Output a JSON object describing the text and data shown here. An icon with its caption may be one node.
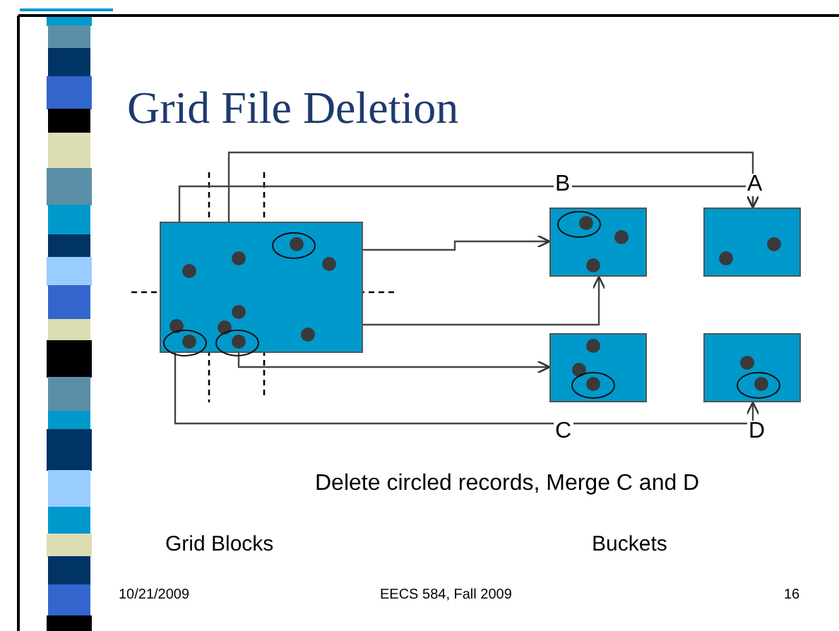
{
  "diagram": {
    "title": "Grid File Deletion",
    "nodes": [
      {
        "text": [],
        "shape": "box"
      },
      {
        "text": [],
        "shape": "box",
        "beside": [
          "B"
        ]
      },
      {
        "text": [],
        "shape": "box",
        "beside": [
          "A"
        ]
      },
      {
        "text": [],
        "shape": "box",
        "beside": [
          "C"
        ]
      },
      {
        "text": [],
        "shape": "box",
        "beside": [
          "D"
        ]
      }
    ],
    "edges": [
      {
        "from": 0,
        "to": 2,
        "arrow": "to"
      },
      {
        "from": 0,
        "to": 2,
        "arrow": "to"
      },
      {
        "from": 0,
        "to": 1,
        "arrow": "to"
      },
      {
        "from": 0,
        "to": 1,
        "arrow": "to"
      },
      {
        "from": 0,
        "to": 3,
        "arrow": "to"
      },
      {
        "from": 0,
        "to": 4,
        "arrow": "to"
      }
    ],
    "labels": [
      "Delete circled records, Merge C and D",
      "Grid Blocks",
      "Buckets",
      "10/21/2009",
      "EECS 584, Fall 2009",
      "16"
    ]
  }
}
